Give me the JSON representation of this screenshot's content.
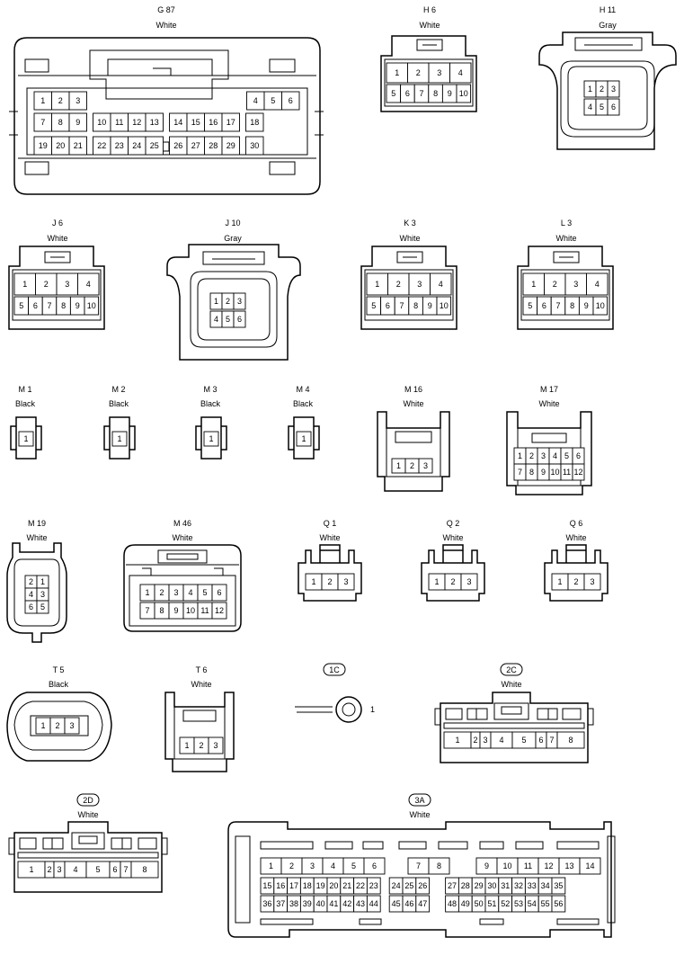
{
  "connectors": [
    {
      "id": "G87",
      "name": "G 87",
      "color": "White",
      "rows": [
        [
          "1",
          "2",
          "3",
          "",
          "",
          "",
          "",
          "",
          "",
          "",
          "",
          "4",
          "5",
          "6"
        ],
        [
          "7",
          "8",
          "9",
          "",
          "10",
          "11",
          "12",
          "",
          "13",
          "14",
          "15",
          "",
          "16",
          "17",
          "18"
        ],
        [
          "19",
          "20",
          "21",
          "",
          "22",
          "23",
          "24",
          "",
          "25",
          "26",
          "27",
          "",
          "28",
          "29",
          "30"
        ]
      ]
    },
    {
      "id": "H6",
      "name": "H 6",
      "color": "White",
      "rows": [
        [
          "1",
          "2",
          "3",
          "4"
        ],
        [
          "5",
          "6",
          "7",
          "8",
          "9",
          "10"
        ]
      ]
    },
    {
      "id": "H11",
      "name": "H 11",
      "color": "Gray",
      "rows": [
        [
          "1",
          "2",
          "3"
        ],
        [
          "4",
          "5",
          "6"
        ]
      ]
    },
    {
      "id": "J6",
      "name": "J 6",
      "color": "White",
      "rows": [
        [
          "1",
          "2",
          "3",
          "4"
        ],
        [
          "5",
          "6",
          "7",
          "8",
          "9",
          "10"
        ]
      ]
    },
    {
      "id": "J10",
      "name": "J 10",
      "color": "Gray",
      "rows": [
        [
          "1",
          "2",
          "3"
        ],
        [
          "4",
          "5",
          "6"
        ]
      ]
    },
    {
      "id": "K3",
      "name": "K 3",
      "color": "White",
      "rows": [
        [
          "1",
          "2",
          "3",
          "4"
        ],
        [
          "5",
          "6",
          "7",
          "8",
          "9",
          "10"
        ]
      ]
    },
    {
      "id": "L3",
      "name": "L 3",
      "color": "White",
      "rows": [
        [
          "1",
          "2",
          "3",
          "4"
        ],
        [
          "5",
          "6",
          "7",
          "8",
          "9",
          "10"
        ]
      ]
    },
    {
      "id": "M1",
      "name": "M 1",
      "color": "Black",
      "rows": [
        [
          "1"
        ]
      ]
    },
    {
      "id": "M2",
      "name": "M 2",
      "color": "Black",
      "rows": [
        [
          "1"
        ]
      ]
    },
    {
      "id": "M3",
      "name": "M 3",
      "color": "Black",
      "rows": [
        [
          "1"
        ]
      ]
    },
    {
      "id": "M4",
      "name": "M 4",
      "color": "Black",
      "rows": [
        [
          "1"
        ]
      ]
    },
    {
      "id": "M16",
      "name": "M 16",
      "color": "White",
      "rows": [
        [
          "1",
          "2",
          "3"
        ]
      ]
    },
    {
      "id": "M17",
      "name": "M 17",
      "color": "White",
      "rows": [
        [
          "1",
          "2",
          "3",
          "4",
          "5",
          "6"
        ],
        [
          "7",
          "8",
          "9",
          "10",
          "11",
          "12"
        ]
      ]
    },
    {
      "id": "M19",
      "name": "M 19",
      "color": "White",
      "rows": [
        [
          "2",
          "1"
        ],
        [
          "4",
          "3"
        ],
        [
          "6",
          "5"
        ]
      ]
    },
    {
      "id": "M46",
      "name": "M 46",
      "color": "White",
      "rows": [
        [
          "1",
          "2",
          "3",
          "4",
          "5",
          "6"
        ],
        [
          "7",
          "8",
          "9",
          "10",
          "11",
          "12"
        ]
      ]
    },
    {
      "id": "Q1",
      "name": "Q 1",
      "color": "White",
      "rows": [
        [
          "1",
          "2",
          "3"
        ]
      ]
    },
    {
      "id": "Q2",
      "name": "Q 2",
      "color": "White",
      "rows": [
        [
          "1",
          "2",
          "3"
        ]
      ]
    },
    {
      "id": "Q6",
      "name": "Q 6",
      "color": "White",
      "rows": [
        [
          "1",
          "2",
          "3"
        ]
      ]
    },
    {
      "id": "T5",
      "name": "T 5",
      "color": "Black",
      "rows": [
        [
          "1",
          "2",
          "3"
        ]
      ]
    },
    {
      "id": "T6",
      "name": "T 6",
      "color": "White",
      "rows": [
        [
          "1",
          "2",
          "3"
        ]
      ]
    },
    {
      "id": "1C",
      "name": "1C",
      "color": "",
      "rows": [
        [
          "1"
        ]
      ]
    },
    {
      "id": "2C",
      "name": "2C",
      "color": "White",
      "rows": [
        [
          "1",
          "2",
          "3",
          "4",
          "5",
          "6",
          "7",
          "8"
        ]
      ]
    },
    {
      "id": "2D",
      "name": "2D",
      "color": "White",
      "rows": [
        [
          "1",
          "2",
          "3",
          "4",
          "5",
          "6",
          "7",
          "8"
        ]
      ]
    },
    {
      "id": "3A",
      "name": "3A",
      "color": "White",
      "rows": [
        [
          "1",
          "2",
          "3",
          "4",
          "5",
          "6",
          "7",
          "8",
          "9",
          "10",
          "11",
          "12",
          "13",
          "14"
        ],
        [
          "15",
          "16",
          "17",
          "18",
          "19",
          "20",
          "21",
          "22",
          "23",
          "24",
          "25",
          "26",
          "27",
          "28",
          "29",
          "30",
          "31",
          "32",
          "33",
          "34",
          "35"
        ],
        [
          "36",
          "37",
          "38",
          "39",
          "40",
          "41",
          "42",
          "43",
          "44",
          "45",
          "46",
          "47",
          "48",
          "49",
          "50",
          "51",
          "52",
          "53",
          "54",
          "55",
          "56"
        ]
      ]
    }
  ]
}
